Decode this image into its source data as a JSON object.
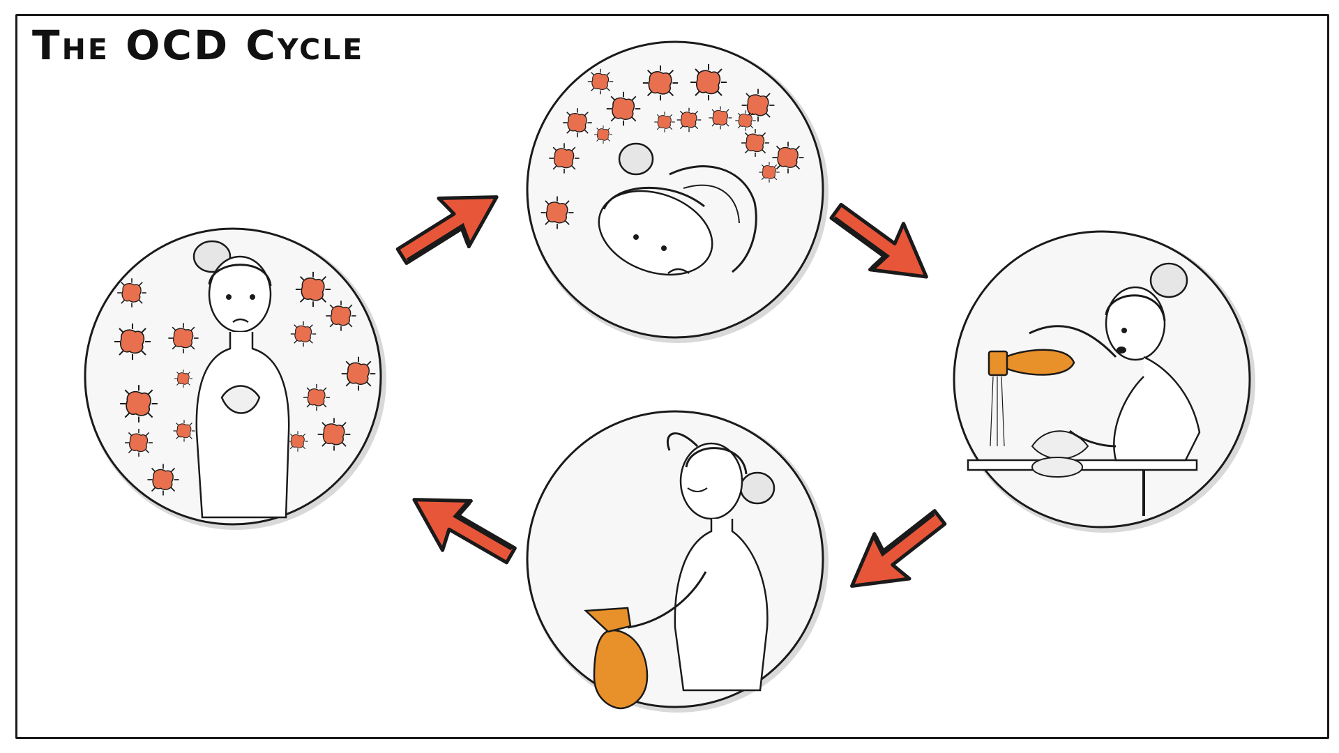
{
  "title": "The OCD Cycle",
  "colors": {
    "arrow": "#e8563a",
    "germ": "#e8704e",
    "bottle": "#e8902a",
    "ink": "#1a1a1a",
    "panel_fill": "#f7f7f7",
    "panel_shadow": "#d9d9d9"
  },
  "steps": [
    {
      "id": "obsession",
      "icon": "worried-woman-surrounded-by-germs-icon"
    },
    {
      "id": "anxiety",
      "icon": "distressed-woman-overwhelmed-by-germs-icon"
    },
    {
      "id": "compulsion",
      "icon": "woman-cleaning-table-with-spray-icon"
    },
    {
      "id": "relief",
      "icon": "relieved-woman-holding-spray-bottle-icon"
    }
  ]
}
